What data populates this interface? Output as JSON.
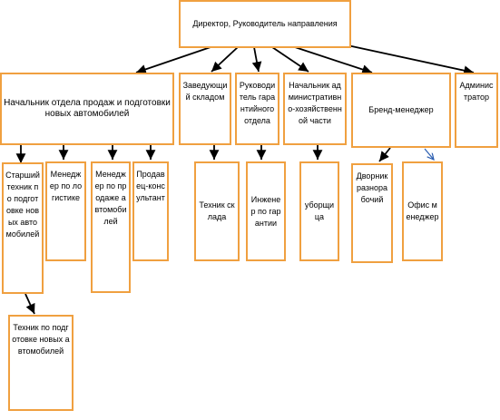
{
  "chart": {
    "director": "Директор, Руководитель направления",
    "head_sales": "Начальник отдела продаж и подготовки новых автомобилей",
    "warehouse_head": "Заведующий складом",
    "warranty_head": "Руководитель гарантийного отдела",
    "admin_head": "Начальник административно-хозяйственной части",
    "brand_manager": "Бренд-менеджер",
    "administrator": "Администратор",
    "senior_tech": "Старший техник по подготовке новых автомобилей",
    "logistics_manager": "Менеджер по логистике",
    "sales_manager": "Менеджер по продаже автомобилей",
    "seller_consultant": "Продавец-консультант",
    "warehouse_tech": "Техник склада",
    "warranty_engineer": "Инженер по гарантии",
    "cleaner": "уборщица",
    "janitor": "Дворник разнорабочий",
    "office_manager": "Офис менеджер",
    "prep_tech": "Техник по подготовке новых автомобилей"
  }
}
